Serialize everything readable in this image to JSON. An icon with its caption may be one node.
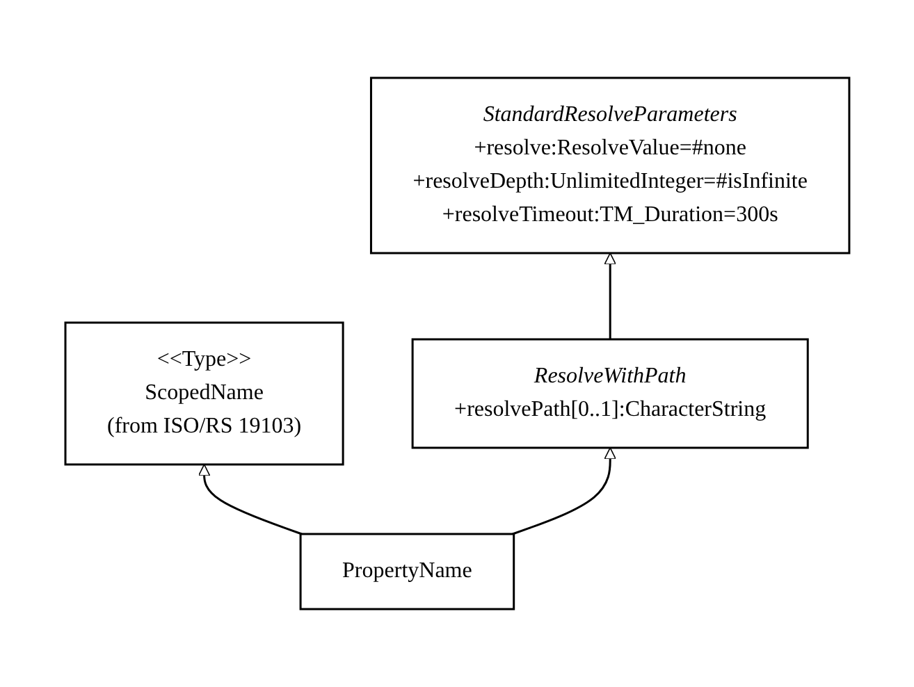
{
  "diagram": {
    "nodes": [
      {
        "text": [
          "StandardResolveParameters",
          "+resolve:ResolveValue=#none",
          "+resolveDepth:UnlimitedInteger=#isInfinite",
          "+resolveTimeout:TM_Duration=300s"
        ]
      },
      {
        "text": [
          "<<Type>>",
          "ScopedName",
          "(from ISO/RS 19103)"
        ]
      },
      {
        "text": [
          "ResolveWithPath",
          "+resolvePath[0..1]:CharacterString"
        ]
      },
      {
        "text": [
          "PropertyName"
        ]
      }
    ],
    "edges": [
      {
        "from": 2,
        "to": 0,
        "arrow": "to"
      },
      {
        "from": 3,
        "to": 1,
        "arrow": "to"
      },
      {
        "from": 3,
        "to": 2,
        "arrow": "to"
      }
    ]
  }
}
